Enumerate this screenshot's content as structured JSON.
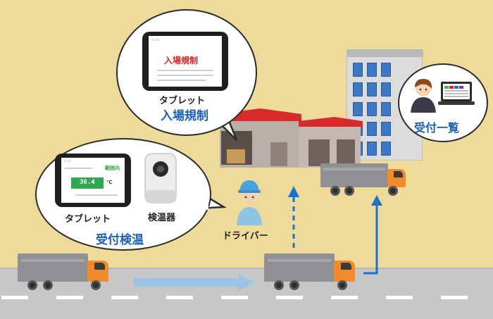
{
  "bubble_entry": {
    "tablet_screen_title": "入場規制",
    "caption": "タブレット",
    "title": "入場規制"
  },
  "bubble_reception": {
    "tablet_screen_badge": "範囲内",
    "temperature_value": "36.4",
    "temperature_unit": "℃",
    "tablet_caption": "タブレット",
    "thermometer_caption": "検温器",
    "title": "受付検温"
  },
  "bubble_list": {
    "title": "受付一覧"
  },
  "driver": {
    "label": "ドライバー"
  },
  "colors": {
    "background": "#eedb9a",
    "accent_blue": "#1a5fb4",
    "alert_red": "#e0201c",
    "truck_cab": "#f08a2a",
    "road": "#c7c7c7"
  }
}
